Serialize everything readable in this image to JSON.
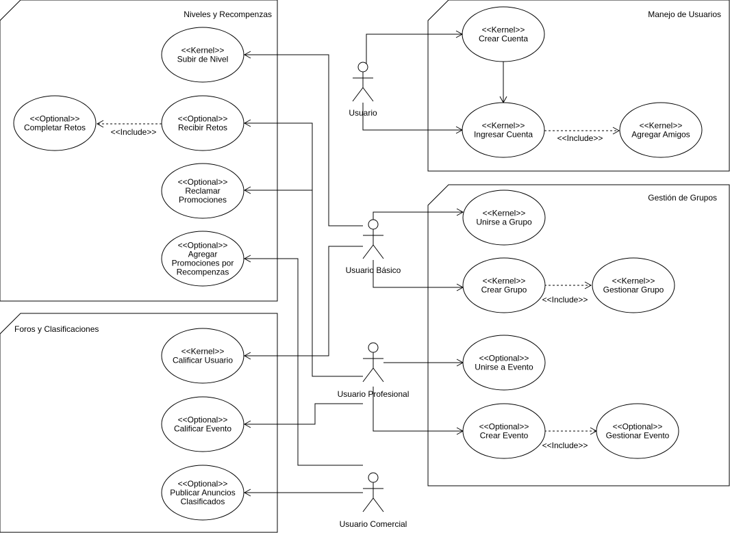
{
  "packages": {
    "niveles": "Niveles y Recompenzas",
    "manejo": "Manejo de Usuarios",
    "grupos": "Gestión de Grupos",
    "foros": "Foros y Clasificaciones"
  },
  "actors": {
    "usuario": "Usuario",
    "basico": "Usuario Básico",
    "profesional": "Usuario Profesional",
    "comercial": "Usuario Comercial"
  },
  "usecases": {
    "subir_nivel": [
      "<<Kernel>>",
      "Subir de Nivel"
    ],
    "completar_retos": [
      "<<Optional>>",
      "Completar Retos"
    ],
    "recibir_retos": [
      "<<Optional>>",
      "Recibir Retos"
    ],
    "reclamar_promociones": [
      "<<Optional>>",
      "Reclamar",
      "Promociones"
    ],
    "agregar_promociones": [
      "<<Optional>>",
      "Agregar",
      "Promociones por",
      "Recompenzas"
    ],
    "crear_cuenta": [
      "<<Kernel>>",
      "Crear Cuenta"
    ],
    "ingresar_cuenta": [
      "<<Kernel>>",
      "Ingresar Cuenta"
    ],
    "agregar_amigos": [
      "<<Kernel>>",
      "Agregar Amigos"
    ],
    "unirse_grupo": [
      "<<Kernel>>",
      "Unirse a Grupo"
    ],
    "crear_grupo": [
      "<<Kernel>>",
      "Crear Grupo"
    ],
    "gestionar_grupo": [
      "<<Kernel>>",
      "Gestionar Grupo"
    ],
    "unirse_evento": [
      "<<Optional>>",
      "Unirse a Evento"
    ],
    "crear_evento": [
      "<<Optional>>",
      "Crear Evento"
    ],
    "gestionar_evento": [
      "<<Optional>>",
      "Gestionar Evento"
    ],
    "calificar_usuario": [
      "<<Kernel>>",
      "Calificar Usuario"
    ],
    "calificar_evento": [
      "<<Optional>>",
      "Calificar Evento"
    ],
    "publicar_anuncios": [
      "<<Optional>>",
      "Publicar Anuncios",
      "Clasificados"
    ]
  },
  "relations": {
    "include_retos": "<<Include>>",
    "include_amigos": "<<Include>>",
    "include_grupo": "<<Include>>",
    "include_evento": "<<Include>>"
  }
}
